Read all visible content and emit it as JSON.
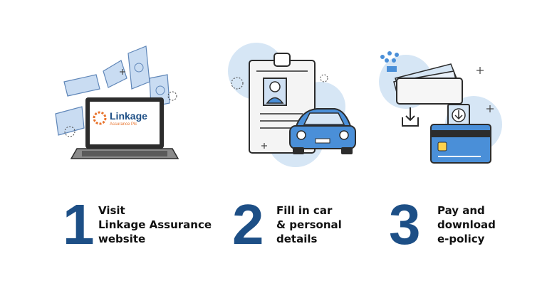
{
  "steps": [
    {
      "number": "1",
      "lines": [
        "Visit",
        "Linkage Assurance",
        "website"
      ],
      "icon": "laptop-money-icon"
    },
    {
      "number": "2",
      "lines": [
        "Fill in car",
        "& personal",
        "details"
      ],
      "icon": "id-card-car-icon"
    },
    {
      "number": "3",
      "lines": [
        "Pay and",
        "download",
        "e-policy"
      ],
      "icon": "payment-card-download-icon"
    }
  ],
  "logo": {
    "name": "Linkage",
    "tagline": "Assurance Plc"
  },
  "colors": {
    "number": "#1d4f86",
    "accent_light": "#d6e6f5",
    "accent": "#4a8fd8",
    "logo_orange": "#e8722a",
    "logo_blue": "#1d4f86"
  }
}
